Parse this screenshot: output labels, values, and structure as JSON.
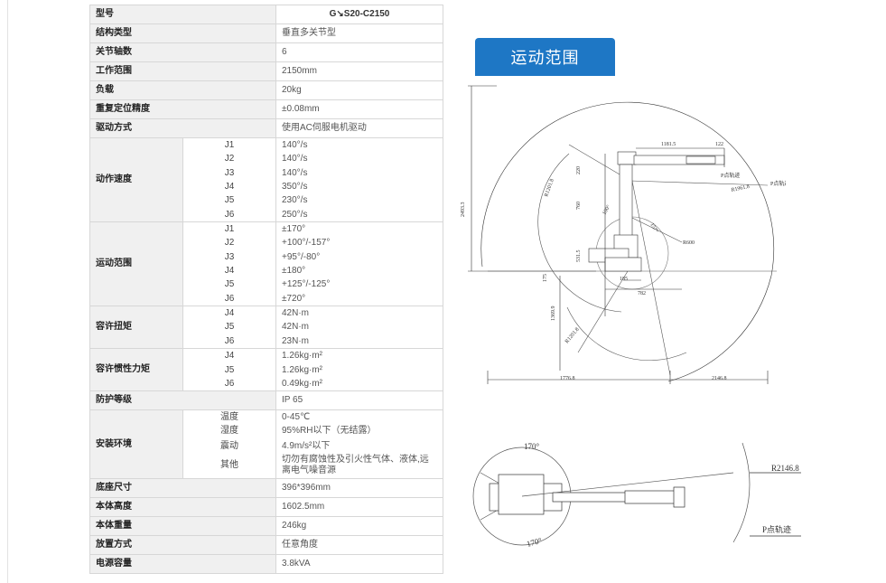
{
  "spec": {
    "model_label": "型号",
    "model_value": "G↘S20-C2150",
    "structure_label": "结构类型",
    "structure_value": "垂直多关节型",
    "axes_label": "关节轴数",
    "axes_value": "6",
    "range_label": "工作范围",
    "range_value": "2150mm",
    "load_label": "负载",
    "load_value": "20kg",
    "repeat_label": "重复定位精度",
    "repeat_value": "±0.08mm",
    "drive_label": "驱动方式",
    "drive_value": "使用AC伺服电机驱动",
    "speed_label": "动作速度",
    "speed_joints": [
      "J1",
      "J2",
      "J3",
      "J4",
      "J5",
      "J6"
    ],
    "speed_values": [
      "140°/s",
      "140°/s",
      "140°/s",
      "350°/s",
      "230°/s",
      "250°/s"
    ],
    "motion_label": "运动范围",
    "motion_joints": [
      "J1",
      "J2",
      "J3",
      "J4",
      "J5",
      "J6"
    ],
    "motion_values": [
      "±170°",
      "+100°/-157°",
      "+95°/-80°",
      "±180°",
      "+125°/-125°",
      "±720°"
    ],
    "torque_label": "容许扭矩",
    "torque_joints": [
      "J4",
      "J5",
      "J6"
    ],
    "torque_values": [
      "42N·m",
      "42N·m",
      "23N·m"
    ],
    "inertia_label": "容许惯性力矩",
    "inertia_joints": [
      "J4",
      "J5",
      "J6"
    ],
    "inertia_values": [
      "1.26kg·m²",
      "1.26kg·m²",
      "0.49kg·m²"
    ],
    "protect_label": "防护等级",
    "protect_value": "IP 65",
    "env_label": "安装环境",
    "env_rows": [
      {
        "k": "温度",
        "v": "0-45℃"
      },
      {
        "k": "湿度",
        "v": "95%RH以下（无结露）"
      },
      {
        "k": "震动",
        "v": "4.9m/s²以下"
      },
      {
        "k": "其他",
        "v": "切勿有腐蚀性及引火性气体、液体,远离电气噪音源"
      }
    ],
    "base_label": "底座尺寸",
    "base_value": "396*396mm",
    "height_label": "本体高度",
    "height_value": "1602.5mm",
    "weight_label": "本体重量",
    "weight_value": "246kg",
    "mount_label": "放置方式",
    "mount_value": "任意角度",
    "power_label": "电源容量",
    "power_value": "3.8kVA"
  },
  "tab_label": "运动范围",
  "side_drawing": {
    "dim_top_left": "1181.5",
    "dim_top_right": "122",
    "p_track": "P点轨迹",
    "r1961": "R1961.8",
    "r1201": "R1201.8",
    "dim_2493": "2493.3",
    "dim_220": "220",
    "dim_760": "760",
    "dim_100": "100°",
    "dim_157": "157°",
    "r600": "R600",
    "dim_5315": "531.5",
    "dim_175": "175",
    "dim_185": "185",
    "dim_782": "782",
    "dim_1369": "1369.9",
    "r1201b": "R1201.8",
    "bottom_left": "1776.8",
    "bottom_right": "2146.8"
  },
  "top_drawing": {
    "angle_top": "170°",
    "angle_bottom": "170°",
    "r2146": "R2146.8",
    "p_track": "P点轨迹"
  }
}
